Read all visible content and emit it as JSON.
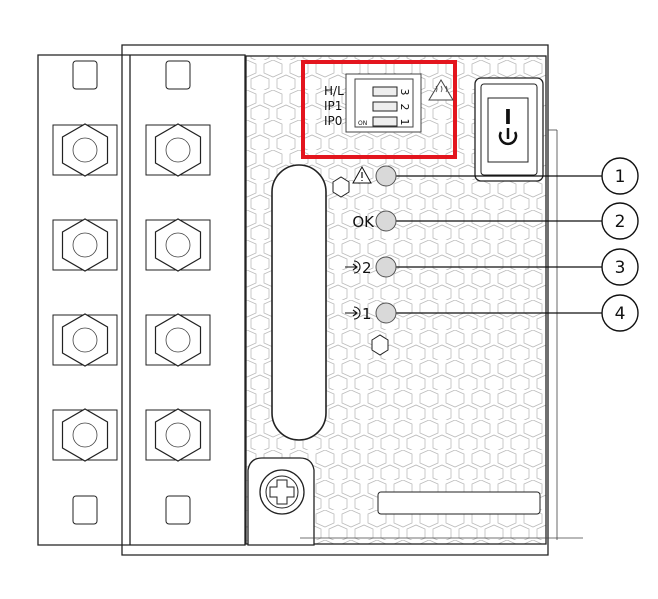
{
  "dip_switch": {
    "labels": [
      "H/L",
      "IP1",
      "IP0"
    ],
    "positions": [
      "3",
      "2",
      "1"
    ],
    "on_label": "ON",
    "highlight_color": "#e3151e"
  },
  "leds": [
    {
      "label": "⚠",
      "icon": "warning-icon",
      "callout": "1"
    },
    {
      "label": "OK",
      "callout": "2"
    },
    {
      "label": "2",
      "icon": "input-arrow-icon",
      "callout": "3"
    },
    {
      "label": "1",
      "icon": "input-arrow-icon",
      "callout": "4"
    }
  ],
  "power_switch": {
    "on_symbol": "I",
    "icon": "power-icon"
  },
  "icons": [
    "hot-surface-warning-icon",
    "screw-icon",
    "nut-icon"
  ],
  "colors": {
    "led_fill": "#d9d9d9",
    "outline": "#222222"
  }
}
